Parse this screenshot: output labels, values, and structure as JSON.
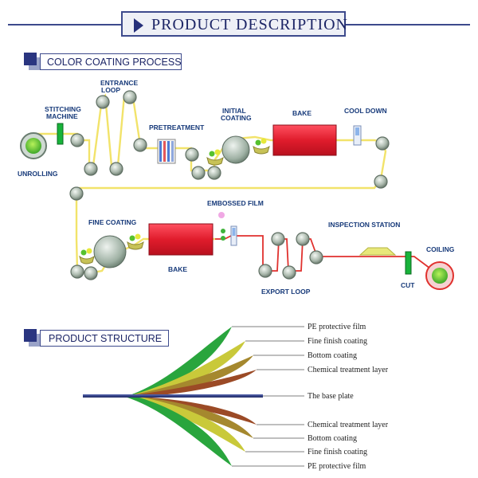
{
  "header": {
    "title": "PRODUCT DESCRIPTION"
  },
  "process": {
    "title": "COLOR COATING PROCESS",
    "labels": {
      "stitching": [
        "STITCHING",
        "MACHINE"
      ],
      "entrance": [
        "ENTRANCE",
        "LOOP"
      ],
      "pretreatment": "PRETREATMENT",
      "initial": [
        "INITIAL",
        "COATING"
      ],
      "bake1": "BAKE",
      "cool": "COOL DOWN",
      "unrolling": "UNROLLING",
      "embossed": "EMBOSSED FILM",
      "fine": "FINE COATING",
      "inspection": "INSPECTION STATION",
      "coiling": "COILING",
      "bake2": "BAKE",
      "export": "EXPORT LOOP",
      "cut": "CUT"
    }
  },
  "structure": {
    "title": "PRODUCT STRUCTURE",
    "layers": [
      "PE protective film",
      "Fine finish coating",
      "Bottom coating",
      "Chemical treatment layer",
      "The base plate",
      "Chemical treatment layer",
      "Bottom coating",
      "Fine finish coating",
      "PE protective film"
    ]
  },
  "colors": {
    "accent": "#2a3580",
    "strip_yellow": "#f2e36a",
    "strip_red": "#e0312e",
    "oven": "#e01c2c",
    "green_layer": "#29a53d",
    "yellow_layer": "#c9c93a",
    "olive_layer": "#a5882e",
    "brown_layer": "#9b4a26",
    "base_plate": "#2a3a80"
  }
}
